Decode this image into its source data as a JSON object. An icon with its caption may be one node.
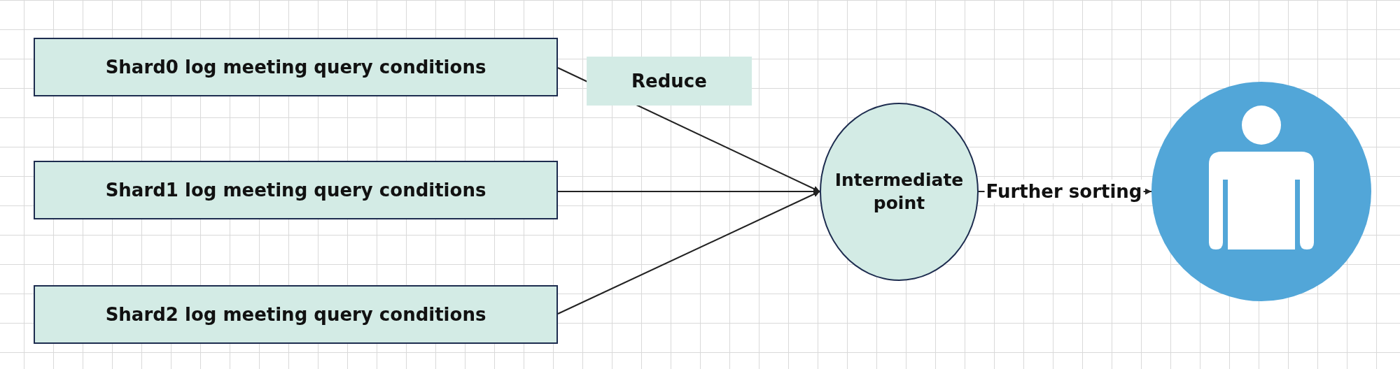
{
  "diagram": {
    "nodes": [
      {
        "text": [
          "Shard0 log meeting query conditions"
        ]
      },
      {
        "text": [
          "Shard1 log meeting query conditions"
        ]
      },
      {
        "text": [
          "Shard2 log meeting query conditions"
        ]
      },
      {
        "text": [
          "Intermediate point"
        ]
      },
      {
        "text": [],
        "shape": "person"
      }
    ],
    "edges": [
      {
        "from": 0,
        "to": 3,
        "arrow": "to",
        "label": "Reduce"
      },
      {
        "from": 1,
        "to": 3,
        "arrow": "to"
      },
      {
        "from": 2,
        "to": 3,
        "arrow": "to"
      },
      {
        "from": 3,
        "to": 4,
        "arrow": "to",
        "label": "Further sorting"
      }
    ]
  }
}
